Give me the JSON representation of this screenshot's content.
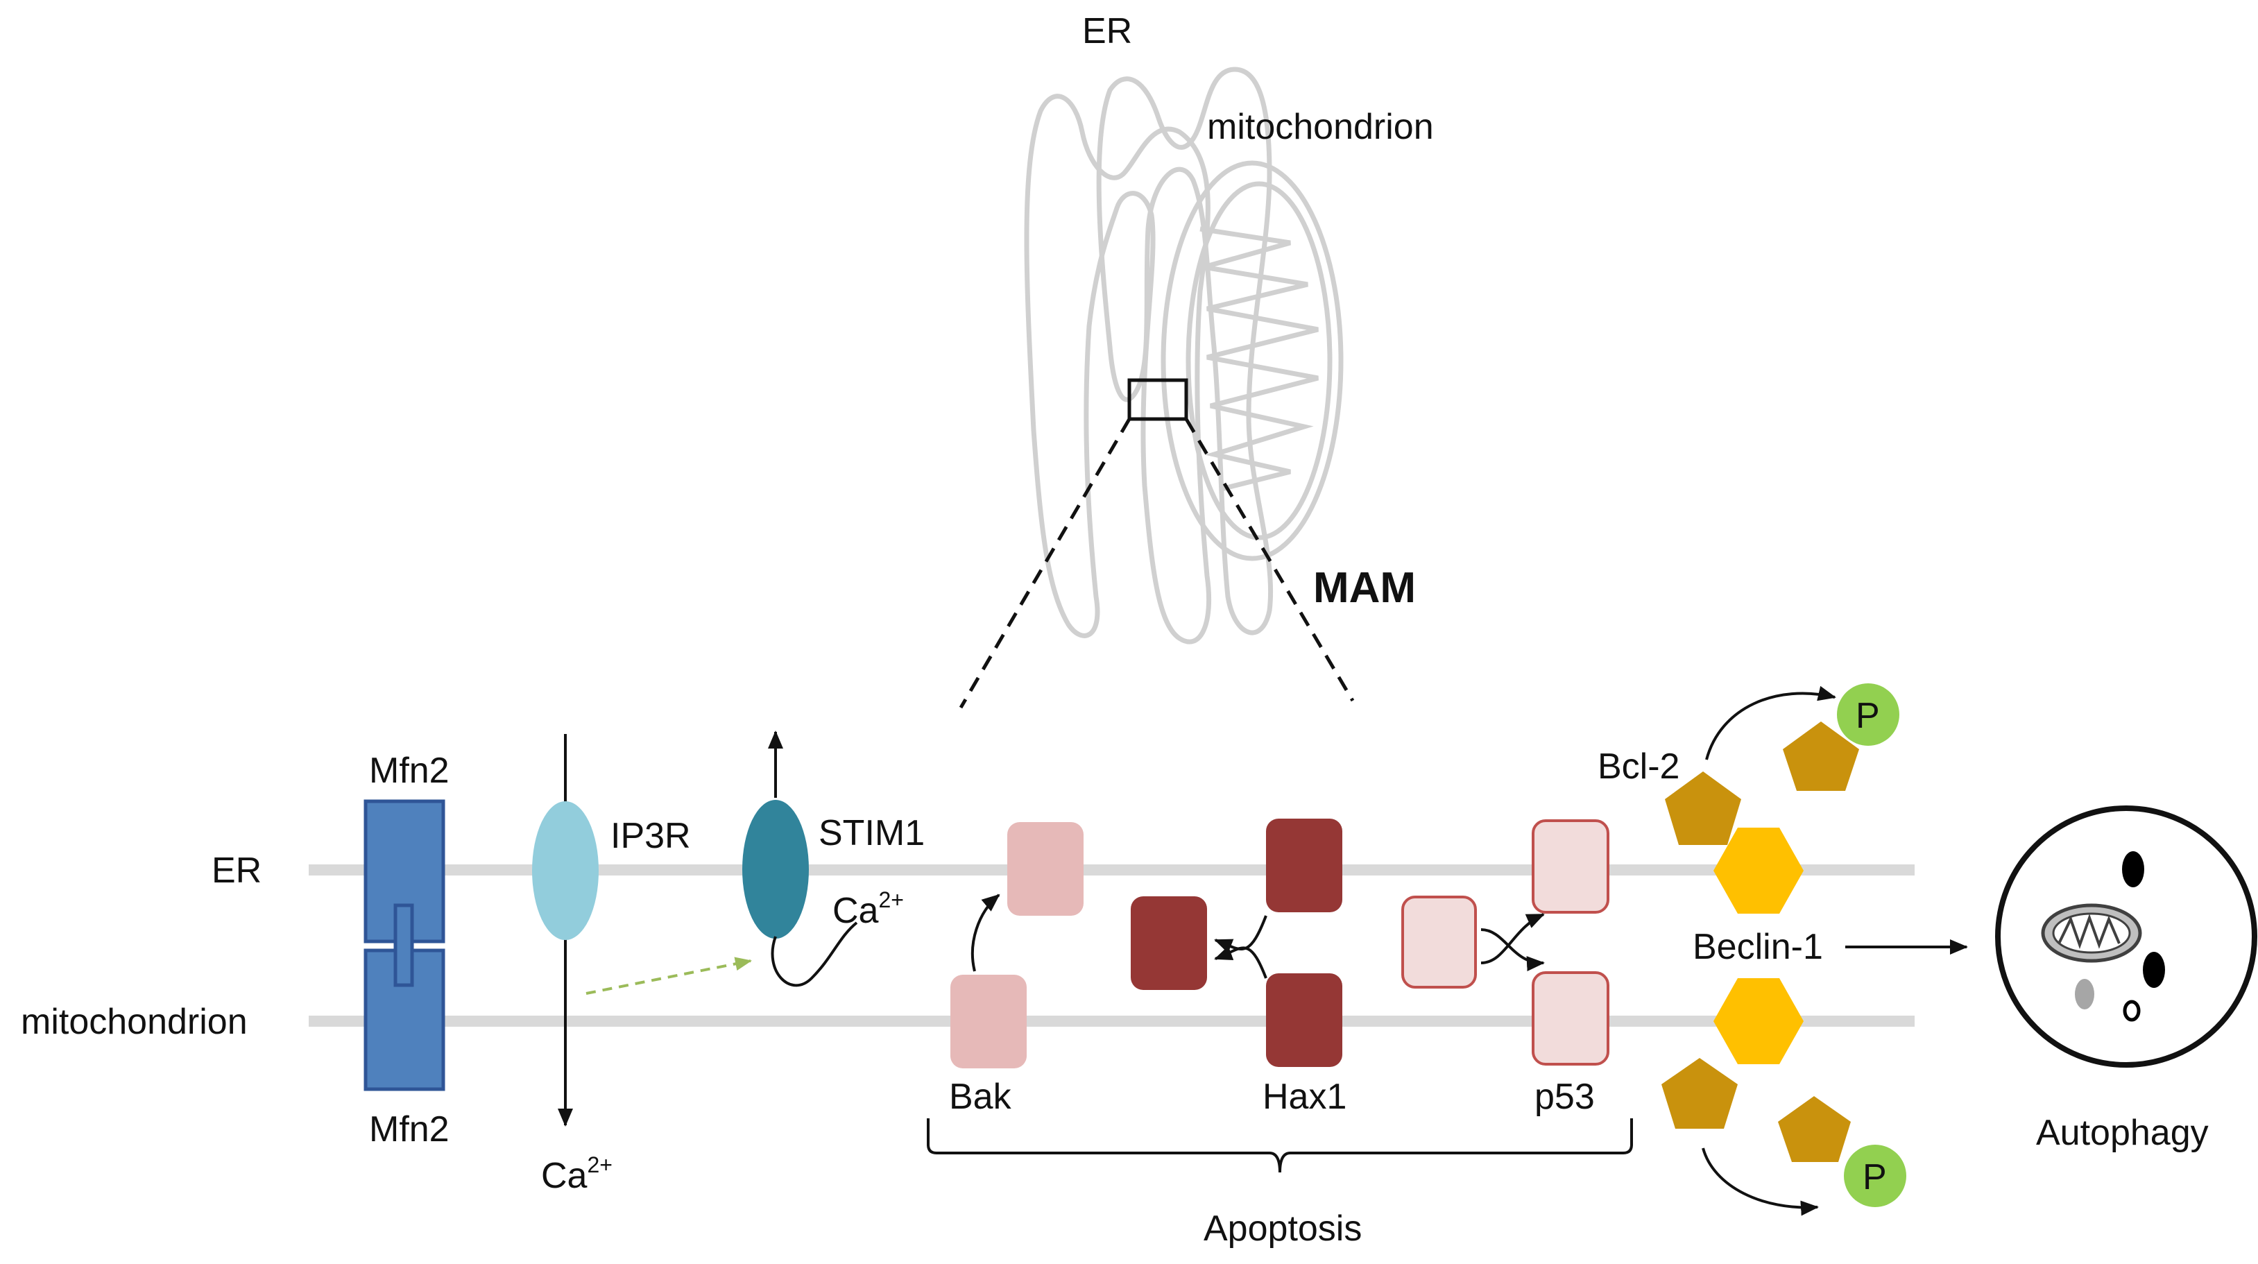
{
  "labels": {
    "er_top": "ER",
    "mito_top": "mitochondrion",
    "mam": "MAM",
    "er_side": "ER",
    "mito_side": "mitochondrion",
    "mfn2_top": "Mfn2",
    "mfn2_bottom": "Mfn2",
    "ip3r": "IP3R",
    "stim1": "STIM1",
    "ca_base_1": "Ca",
    "ca_sup_1": "2+",
    "ca_base_2": "Ca",
    "ca_sup_2": "2+",
    "bak": "Bak",
    "hax1": "Hax1",
    "p53": "p53",
    "apoptosis": "Apoptosis",
    "bcl2": "Bcl-2",
    "beclin1": "Beclin-1",
    "p_top": "P",
    "p_bottom": "P",
    "autophagy": "Autophagy"
  },
  "colors": {
    "membrane": "#d9d9d9",
    "organelle_outline": "#d0d0d0",
    "mfn2": "#4f81bd",
    "mfn2_stroke": "#2f5597",
    "ip3r": "#92cddc",
    "stim1": "#31849b",
    "bak": "#e6b9b8",
    "hax1": "#953735",
    "p53": "#f2dcdb",
    "p53_stroke": "#c0504d",
    "bcl2": "#c9920d",
    "beclin1": "#ffc000",
    "phospho": "#92d050",
    "green_arrow": "#9bbb59"
  }
}
